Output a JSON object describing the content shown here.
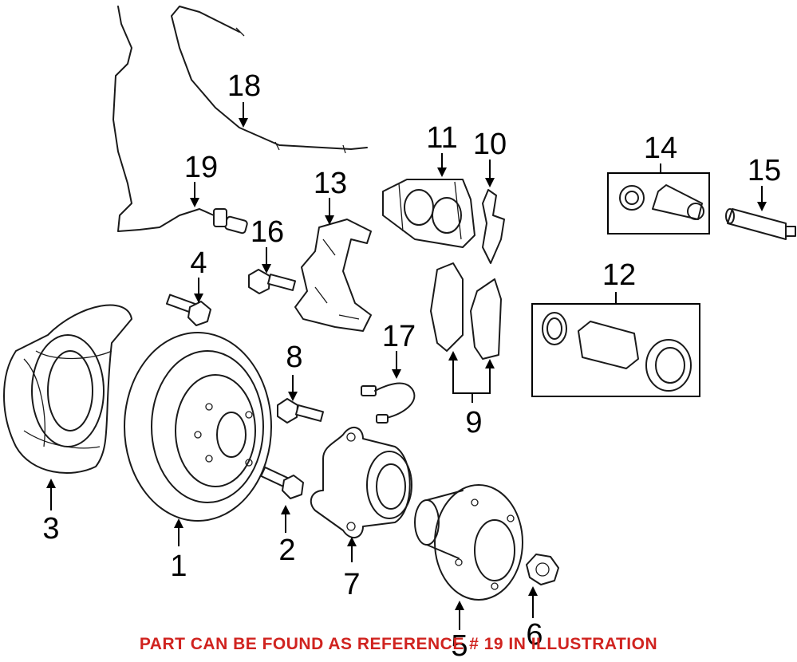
{
  "callouts": {
    "c1": "1",
    "c2": "2",
    "c3": "3",
    "c4": "4",
    "c5": "5",
    "c6": "6",
    "c7": "7",
    "c8": "8",
    "c9": "9",
    "c10": "10",
    "c11": "11",
    "c12": "12",
    "c13": "13",
    "c14": "14",
    "c15": "15",
    "c16": "16",
    "c17": "17",
    "c18": "18",
    "c19": "19"
  },
  "footer_note": "PART CAN BE FOUND AS REFERENCE # 19 IN ILLUSTRATION",
  "colors": {
    "line": "#1a1a1a",
    "note": "#d0231f",
    "background": "#ffffff"
  }
}
